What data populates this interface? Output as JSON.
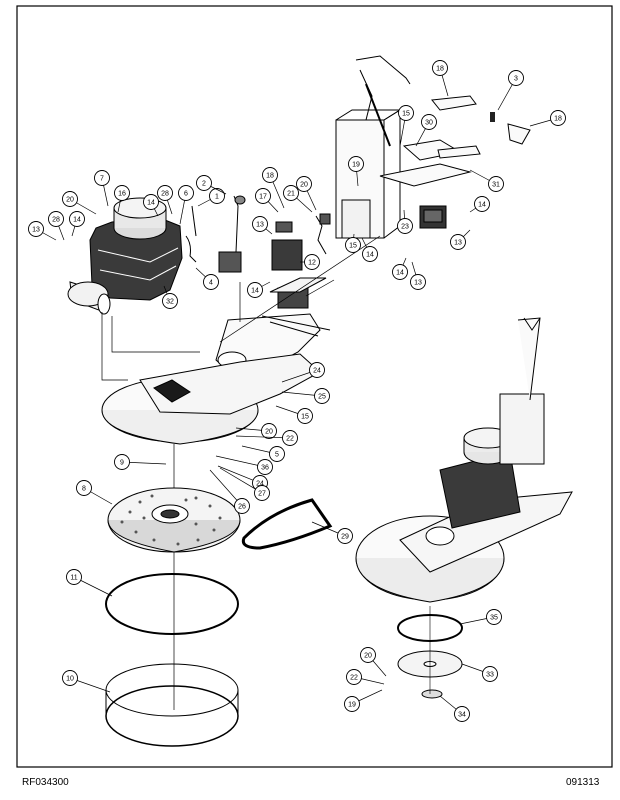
{
  "document": {
    "drawing_number": "RF034300",
    "date_code": "091313"
  },
  "callouts": [
    {
      "id": "c1",
      "label": "1"
    },
    {
      "id": "c2",
      "label": "2"
    },
    {
      "id": "c3",
      "label": "3"
    },
    {
      "id": "c4",
      "label": "4"
    },
    {
      "id": "c5",
      "label": "5"
    },
    {
      "id": "c6",
      "label": "6"
    },
    {
      "id": "c7",
      "label": "7"
    },
    {
      "id": "c8",
      "label": "8"
    },
    {
      "id": "c9",
      "label": "9"
    },
    {
      "id": "c10",
      "label": "10"
    },
    {
      "id": "c11",
      "label": "11"
    },
    {
      "id": "c12",
      "label": "12"
    },
    {
      "id": "c13a",
      "label": "13"
    },
    {
      "id": "c13b",
      "label": "13"
    },
    {
      "id": "c13c",
      "label": "13"
    },
    {
      "id": "c13d",
      "label": "13"
    },
    {
      "id": "c14a",
      "label": "14"
    },
    {
      "id": "c14b",
      "label": "14"
    },
    {
      "id": "c14c",
      "label": "14"
    },
    {
      "id": "c14d",
      "label": "14"
    },
    {
      "id": "c14e",
      "label": "14"
    },
    {
      "id": "c14f",
      "label": "14"
    },
    {
      "id": "c15a",
      "label": "15"
    },
    {
      "id": "c15b",
      "label": "15"
    },
    {
      "id": "c15c",
      "label": "15"
    },
    {
      "id": "c16",
      "label": "16"
    },
    {
      "id": "c17",
      "label": "17"
    },
    {
      "id": "c18a",
      "label": "18"
    },
    {
      "id": "c18b",
      "label": "18"
    },
    {
      "id": "c18c",
      "label": "18"
    },
    {
      "id": "c19a",
      "label": "19"
    },
    {
      "id": "c19b",
      "label": "19"
    },
    {
      "id": "c20a",
      "label": "20"
    },
    {
      "id": "c20b",
      "label": "20"
    },
    {
      "id": "c20c",
      "label": "20"
    },
    {
      "id": "c20d",
      "label": "20"
    },
    {
      "id": "c21",
      "label": "21"
    },
    {
      "id": "c22a",
      "label": "22"
    },
    {
      "id": "c22b",
      "label": "22"
    },
    {
      "id": "c23",
      "label": "23"
    },
    {
      "id": "c24a",
      "label": "24"
    },
    {
      "id": "c24b",
      "label": "24"
    },
    {
      "id": "c25",
      "label": "25"
    },
    {
      "id": "c26",
      "label": "26"
    },
    {
      "id": "c27",
      "label": "27"
    },
    {
      "id": "c28a",
      "label": "28"
    },
    {
      "id": "c28b",
      "label": "28"
    },
    {
      "id": "c29",
      "label": "29"
    },
    {
      "id": "c30",
      "label": "30"
    },
    {
      "id": "c31",
      "label": "31"
    },
    {
      "id": "c32",
      "label": "32"
    },
    {
      "id": "c33",
      "label": "33"
    },
    {
      "id": "c34",
      "label": "34"
    },
    {
      "id": "c35",
      "label": "35"
    },
    {
      "id": "c36",
      "label": "36"
    }
  ]
}
